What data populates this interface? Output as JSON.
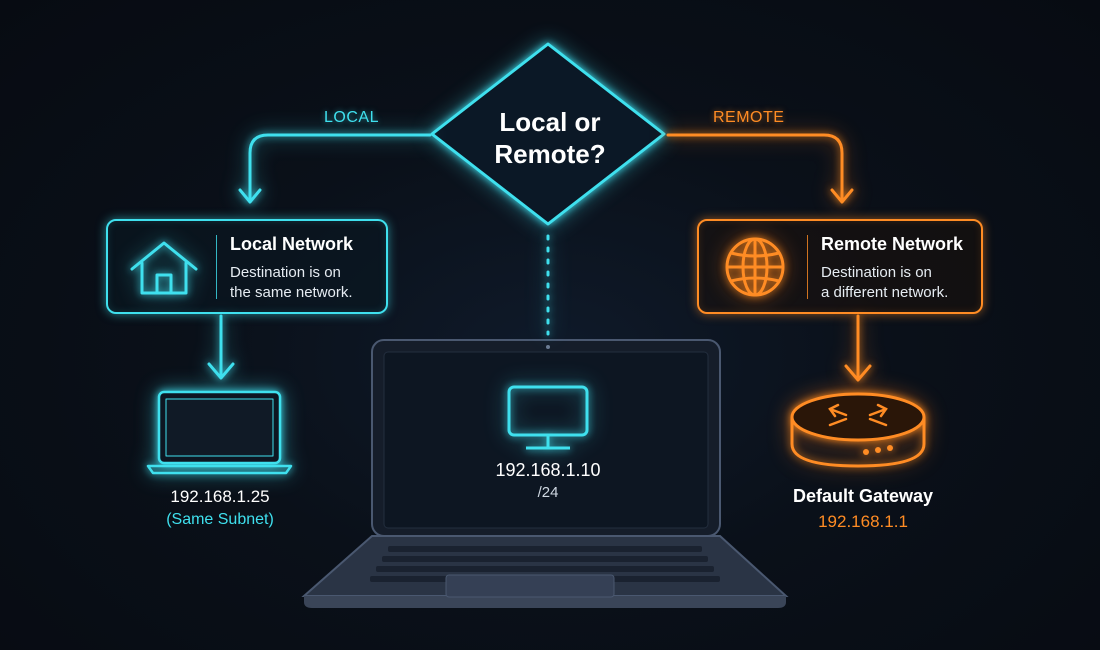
{
  "decision": {
    "line1": "Local or",
    "line2": "Remote?"
  },
  "branches": {
    "local_label": "LOCAL",
    "remote_label": "REMOTE"
  },
  "local_box": {
    "title": "Local Network",
    "desc_line1": "Destination is on",
    "desc_line2": "the same network.",
    "icon": "home-icon"
  },
  "remote_box": {
    "title": "Remote Network",
    "desc_line1": "Destination is on",
    "desc_line2": "a different network.",
    "icon": "globe-icon"
  },
  "local_device": {
    "ip": "192.168.1.25",
    "note": "(Same Subnet)",
    "icon": "laptop-icon"
  },
  "source_device": {
    "ip": "192.168.1.10",
    "mask": "/24",
    "icon": "monitor-icon"
  },
  "gateway": {
    "title": "Default Gateway",
    "ip": "192.168.1.1",
    "icon": "router-icon"
  },
  "colors": {
    "local": "#3fe0ee",
    "remote": "#ff8c24",
    "background": "#090e17"
  }
}
